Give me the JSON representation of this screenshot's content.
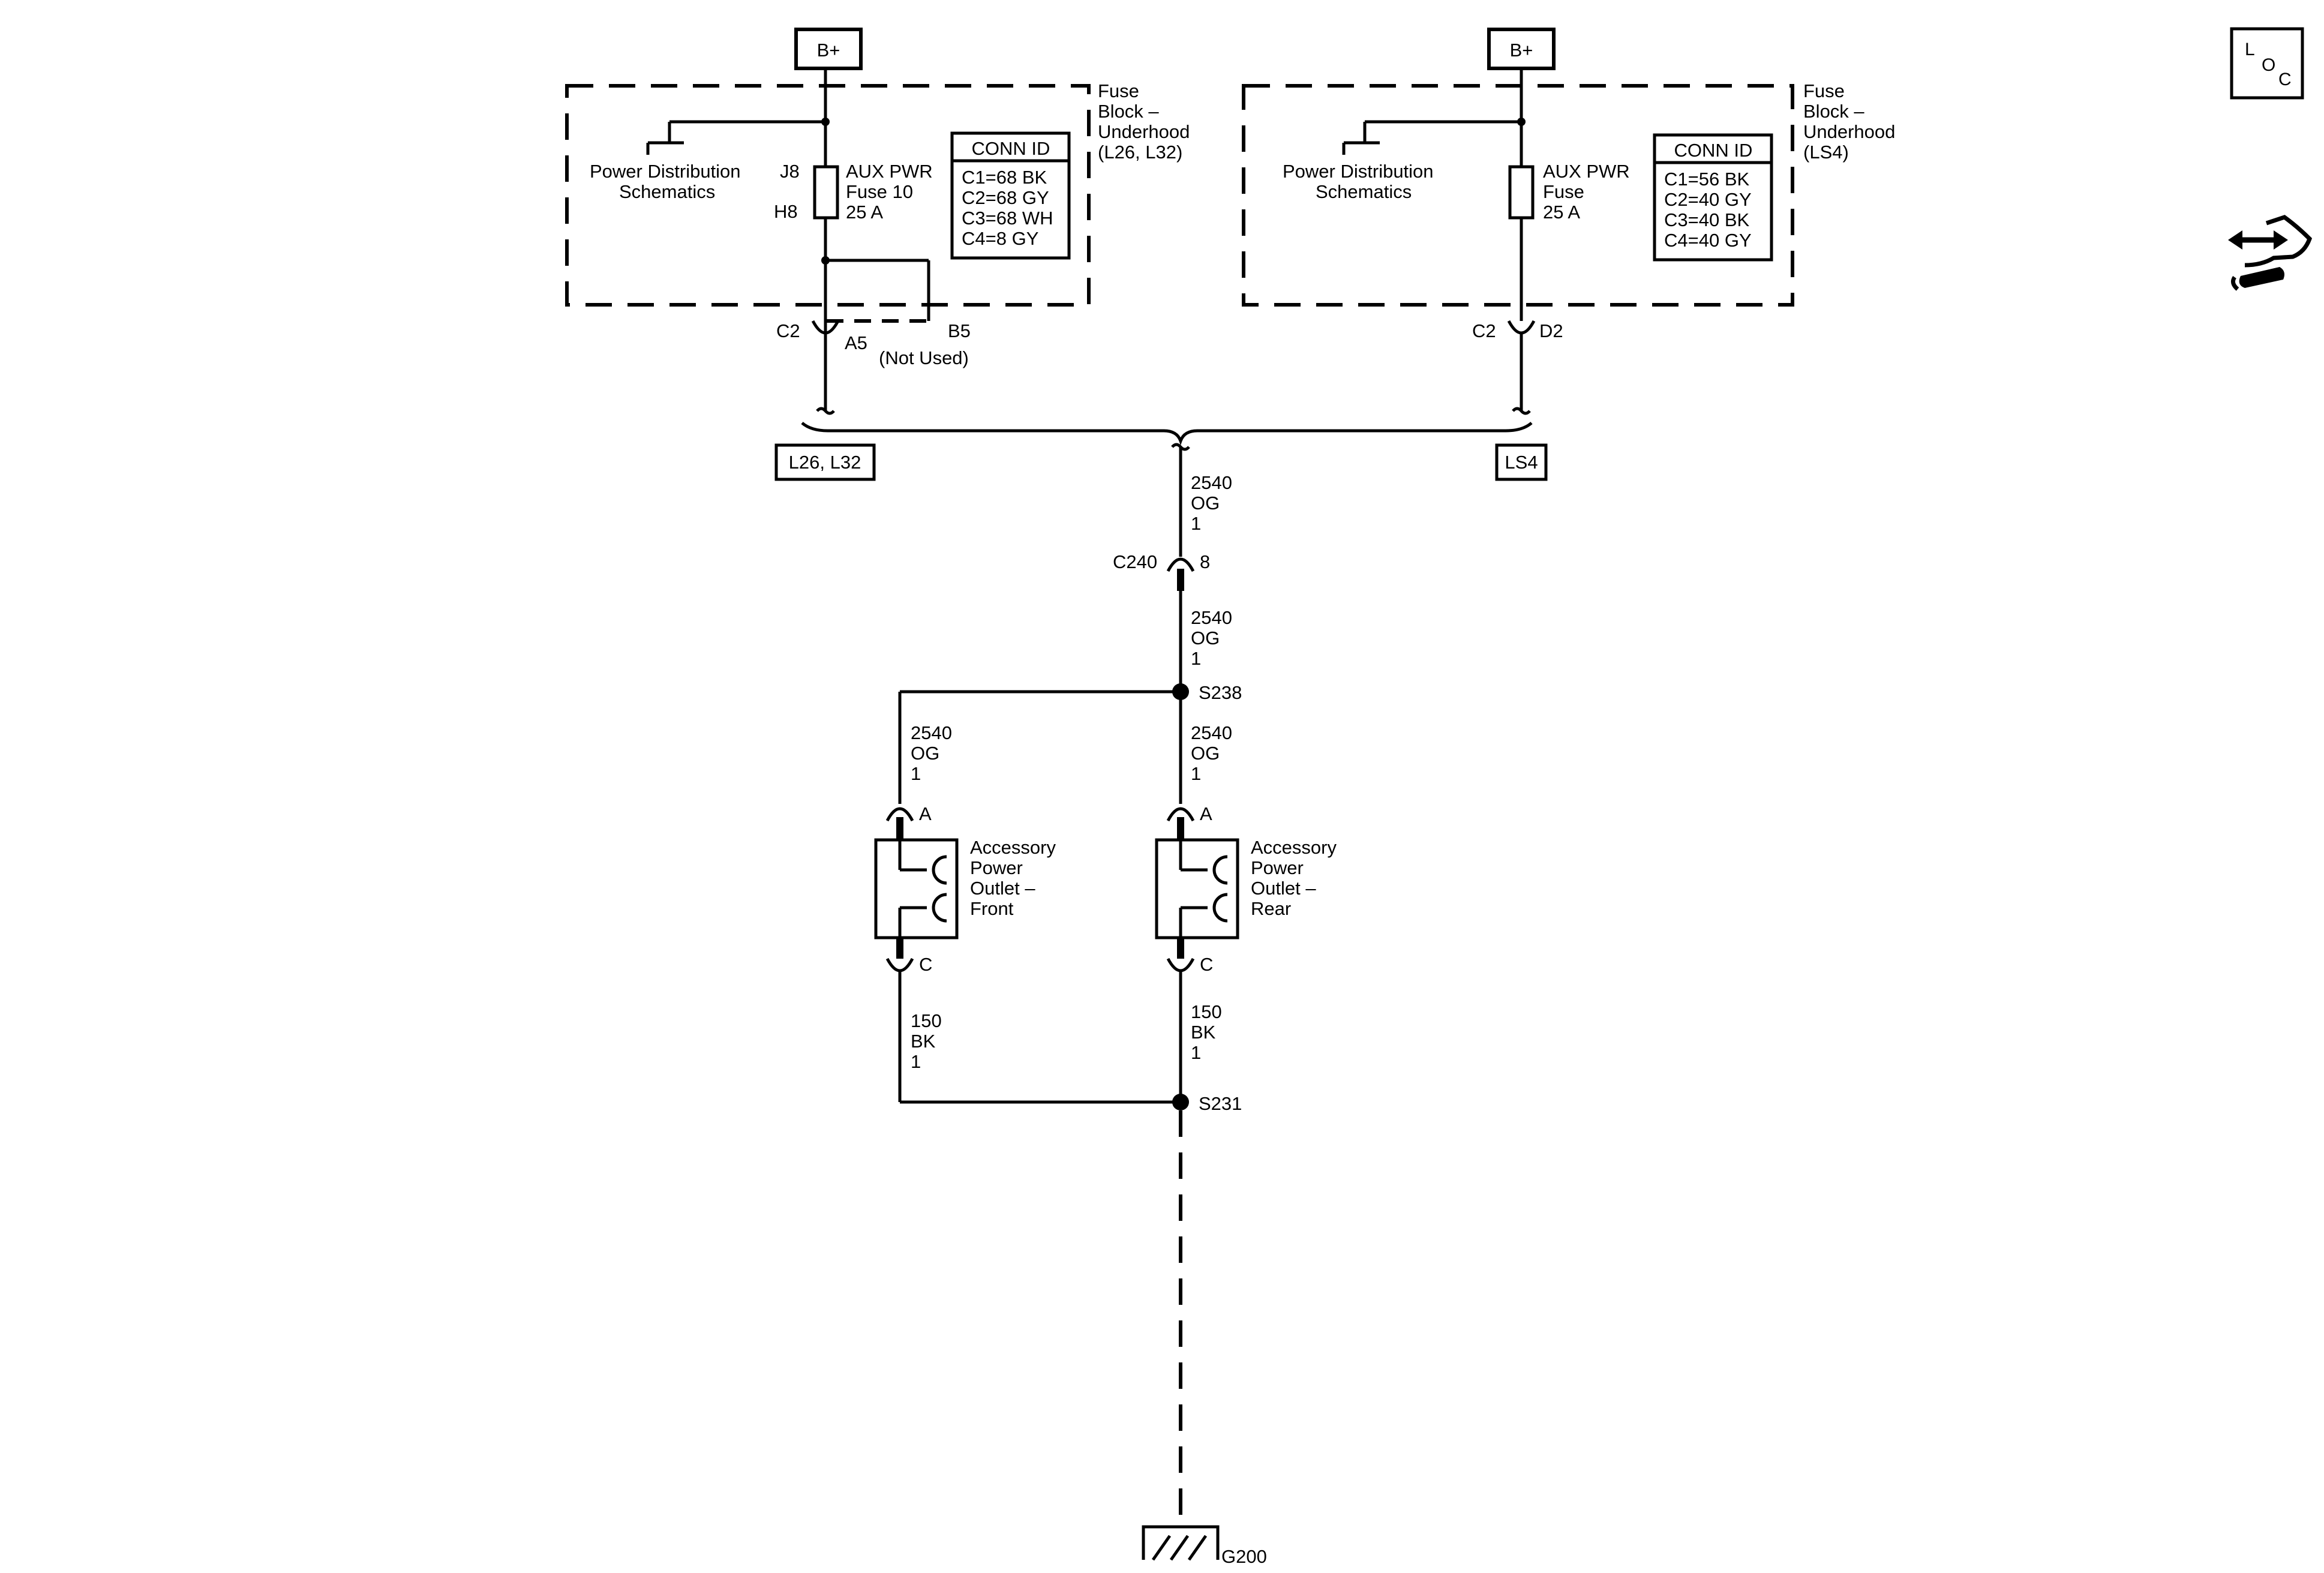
{
  "power": {
    "left_label": "B+",
    "right_label": "B+"
  },
  "fuse_block_left": {
    "title": [
      "Fuse",
      "Block –",
      "Underhood",
      "(L26, L32)"
    ],
    "pds": [
      "Power Distribution",
      "Schematics"
    ],
    "fuse_pin_top": "J8",
    "fuse_pin_bottom": "H8",
    "fuse_label": [
      "AUX PWR",
      "Fuse 10",
      "25 A"
    ],
    "conn_id_title": "CONN ID",
    "conn_ids": [
      "C1=68 BK",
      "C2=68 GY",
      "C3=68 WH",
      "C4=8 GY"
    ],
    "connector": "C2",
    "pin_a": "A5",
    "pin_b": "B5",
    "pin_b_note": "(Not Used)"
  },
  "fuse_block_right": {
    "title": [
      "Fuse",
      "Block –",
      "Underhood",
      "(LS4)"
    ],
    "pds": [
      "Power Distribution",
      "Schematics"
    ],
    "fuse_label": [
      "AUX PWR",
      "Fuse",
      "25 A"
    ],
    "conn_id_title": "CONN ID",
    "conn_ids": [
      "C1=56 BK",
      "C2=40 GY",
      "C3=40 BK",
      "C4=40 GY"
    ],
    "connector": "C2",
    "pin": "D2"
  },
  "option_tags": {
    "left": "L26, L32",
    "right": "LS4"
  },
  "wires": {
    "w1": [
      "2540",
      "OG",
      "1"
    ],
    "w2": [
      "2540",
      "OG",
      "1"
    ],
    "w3_left": [
      "2540",
      "OG",
      "1"
    ],
    "w3_right": [
      "2540",
      "OG",
      "1"
    ],
    "g_left": [
      "150",
      "BK",
      "1"
    ],
    "g_right": [
      "150",
      "BK",
      "1"
    ]
  },
  "c240": {
    "name": "C240",
    "pin": "8"
  },
  "splices": {
    "upper": "S238",
    "lower": "S231"
  },
  "outlets": {
    "front": {
      "name": [
        "Accessory",
        "Power",
        "Outlet –",
        "Front"
      ],
      "pin_top": "A",
      "pin_bottom": "C"
    },
    "rear": {
      "name": [
        "Accessory",
        "Power",
        "Outlet –",
        "Rear"
      ],
      "pin_top": "A",
      "pin_bottom": "C"
    }
  },
  "ground": {
    "name": "G200"
  },
  "loc_icon": {
    "letters": [
      "L",
      "O",
      "C"
    ]
  },
  "icons": [
    "loc-icon",
    "connector-repair-icon"
  ]
}
